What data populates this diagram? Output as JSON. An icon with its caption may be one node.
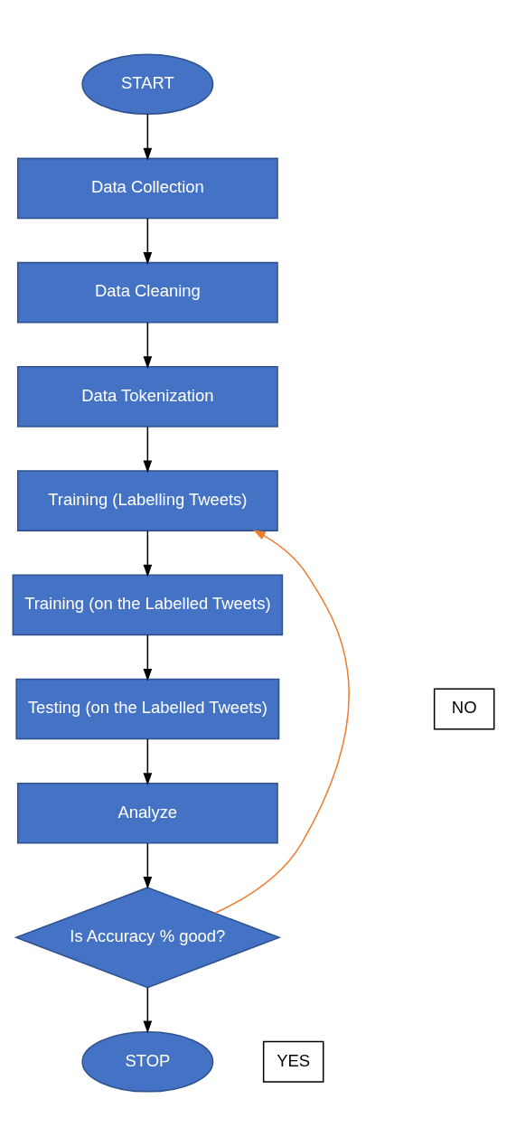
{
  "diagram": {
    "nodes": [
      {
        "text": [
          "START"
        ]
      },
      {
        "text": [
          "Data Collection"
        ]
      },
      {
        "text": [
          "Data Cleaning"
        ]
      },
      {
        "text": [
          "Data Tokenization"
        ]
      },
      {
        "text": [
          "Training (Labelling Tweets)"
        ]
      },
      {
        "text": [
          "Training (on the Labelled Tweets)"
        ]
      },
      {
        "text": [
          "Testing (on the Labelled Tweets)"
        ]
      },
      {
        "text": [
          "NO"
        ]
      },
      {
        "text": [
          "Analyze"
        ]
      },
      {
        "text": [
          "Is Accuracy % good?"
        ]
      },
      {
        "text": [
          "YES"
        ]
      },
      {
        "text": [
          "STOP"
        ]
      }
    ],
    "edges": [
      {
        "from": 0,
        "to": 1,
        "arrow": "to"
      },
      {
        "from": 1,
        "to": 2,
        "arrow": "to"
      },
      {
        "from": 2,
        "to": 3,
        "arrow": "to"
      },
      {
        "from": 3,
        "to": 4,
        "arrow": "to"
      },
      {
        "from": 4,
        "to": 5,
        "arrow": "to"
      },
      {
        "from": 5,
        "to": 6,
        "arrow": "to"
      },
      {
        "from": 6,
        "to": 8,
        "arrow": "to"
      },
      {
        "from": 8,
        "to": 9,
        "arrow": "to"
      },
      {
        "from": 9,
        "to": 11,
        "arrow": "to"
      },
      {
        "from": 9,
        "to": 4,
        "arrow": "to",
        "color": "#ed7d31"
      }
    ]
  }
}
